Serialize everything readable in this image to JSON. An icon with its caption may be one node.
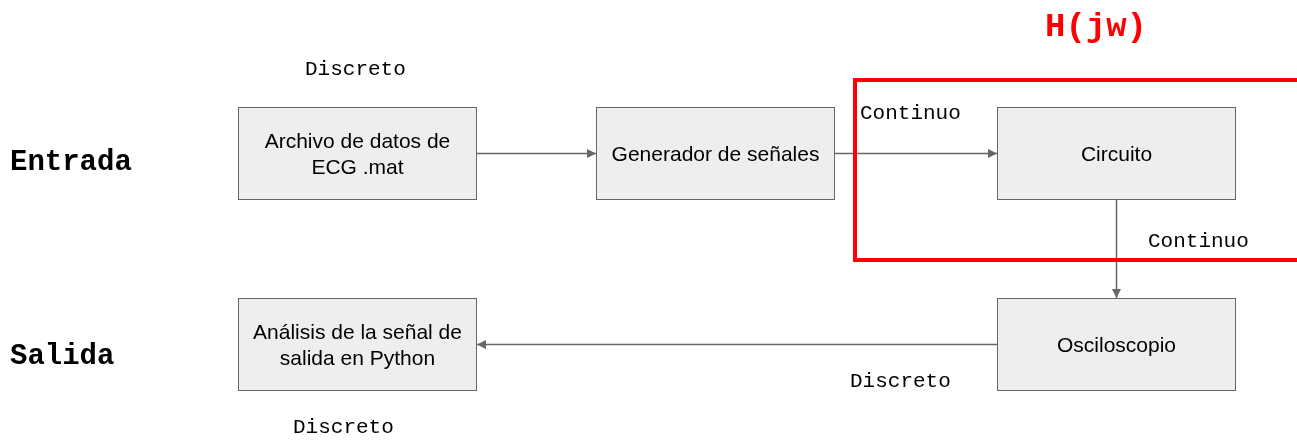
{
  "diagram": {
    "nodes": [
      {
        "text": [
          "Archivo de datos de ECG .mat"
        ],
        "beside": [
          "Discreto"
        ]
      },
      {
        "text": [
          "Generador de señales"
        ]
      },
      {
        "text": [
          "H(jw)"
        ]
      },
      {
        "text": [
          "Circuito"
        ],
        "in": 2
      },
      {
        "text": [
          "Osciloscopio"
        ]
      },
      {
        "text": [
          "Análisis de la señal de salida en Python"
        ],
        "beside": [
          "Discreto"
        ]
      }
    ],
    "edges": [
      {
        "from": 0,
        "to": 1,
        "arrow": "to"
      },
      {
        "from": 1,
        "to": 3,
        "arrow": "to"
      },
      {
        "from": 3,
        "to": 4,
        "arrow": "to"
      },
      {
        "from": 4,
        "to": 5,
        "arrow": "to"
      }
    ],
    "labels": [
      "Entrada",
      "Continuo",
      "Continuo",
      "Salida",
      "Discreto"
    ]
  }
}
